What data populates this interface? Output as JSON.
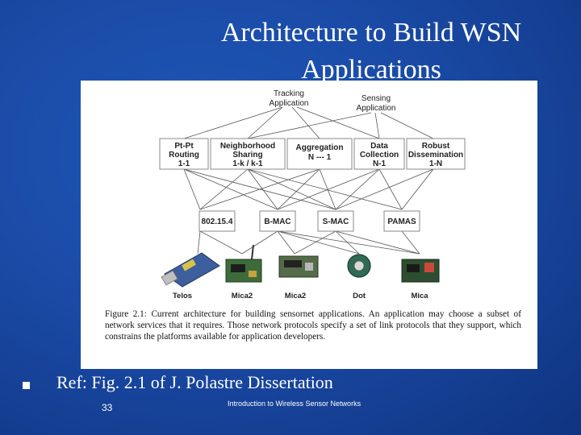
{
  "title": {
    "line1": "Architecture to Build WSN",
    "line2": "Applications"
  },
  "figure": {
    "applications": [
      {
        "line1": "Tracking",
        "line2": "Application"
      },
      {
        "line1": "Sensing",
        "line2": "Application"
      }
    ],
    "services": [
      {
        "line1": "Pt-Pt",
        "line2": "Routing",
        "line3": "1-1"
      },
      {
        "line1": "Neighborhood",
        "line2": "Sharing",
        "line3": "1-k / k-1"
      },
      {
        "line1": "Aggregation",
        "line2": "N --- 1",
        "line3": ""
      },
      {
        "line1": "Data",
        "line2": "Collection",
        "line3": "N-1"
      },
      {
        "line1": "Robust",
        "line2": "Dissemination",
        "line3": "1-N"
      }
    ],
    "mac_protocols": [
      "802.15.4",
      "B-MAC",
      "S-MAC",
      "PAMAS"
    ],
    "platforms": [
      "Telos",
      "Mica2",
      "Mica2",
      "Dot",
      "Mica"
    ],
    "caption_label": "Figure 2.1:",
    "caption_text": "Current architecture for building sensornet applications. An application may choose a subset of network services that it requires. Those network protocols specify a set of link protocols that they support, which constrains the platforms available for application developers."
  },
  "bullet_text": "Ref: Fig. 2.1 of J. Polastre Dissertation",
  "page_number": "33",
  "footer_text": "Introduction to Wireless Sensor Networks"
}
